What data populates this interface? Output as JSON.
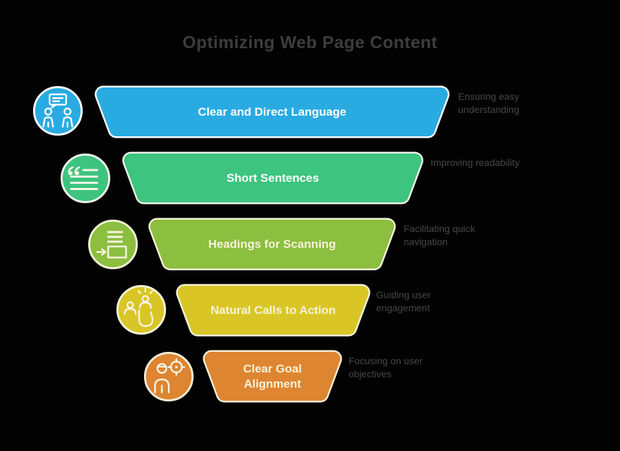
{
  "title": "Optimizing Web Page Content",
  "colors": {
    "background": "#020202",
    "title_text": "#3d3d3d",
    "caption_text": "#474747",
    "label_text_light": "#ffffff",
    "label_text_cream": "#f8f3da"
  },
  "funnel": {
    "levels": [
      {
        "label": "Clear and Direct Language",
        "caption_line1": "Ensuring easy",
        "caption_line2": "understanding",
        "color": "#29abe2",
        "border": "#ffffff",
        "icon": "conversation-icon"
      },
      {
        "label": "Short Sentences",
        "caption_line1": "Improving readability",
        "caption_line2": "",
        "color": "#3dc47f",
        "border": "#f1f5ea",
        "icon": "quote-text-icon"
      },
      {
        "label": "Headings for Scanning",
        "caption_line1": "Facilitating quick",
        "caption_line2": "navigation",
        "color": "#8cbe3f",
        "border": "#f5f2d8",
        "icon": "scan-headings-icon"
      },
      {
        "label": "Natural Calls to Action",
        "caption_line1": "Guiding user",
        "caption_line2": "engagement",
        "color": "#d9c626",
        "border": "#f6f3d9",
        "icon": "user-engagement-icon"
      },
      {
        "label": "Clear Goal Alignment",
        "caption_line1": "Focusing on user",
        "caption_line2": "objectives",
        "color": "#de8531",
        "border": "#f6edd8",
        "icon": "person-target-icon"
      }
    ]
  }
}
